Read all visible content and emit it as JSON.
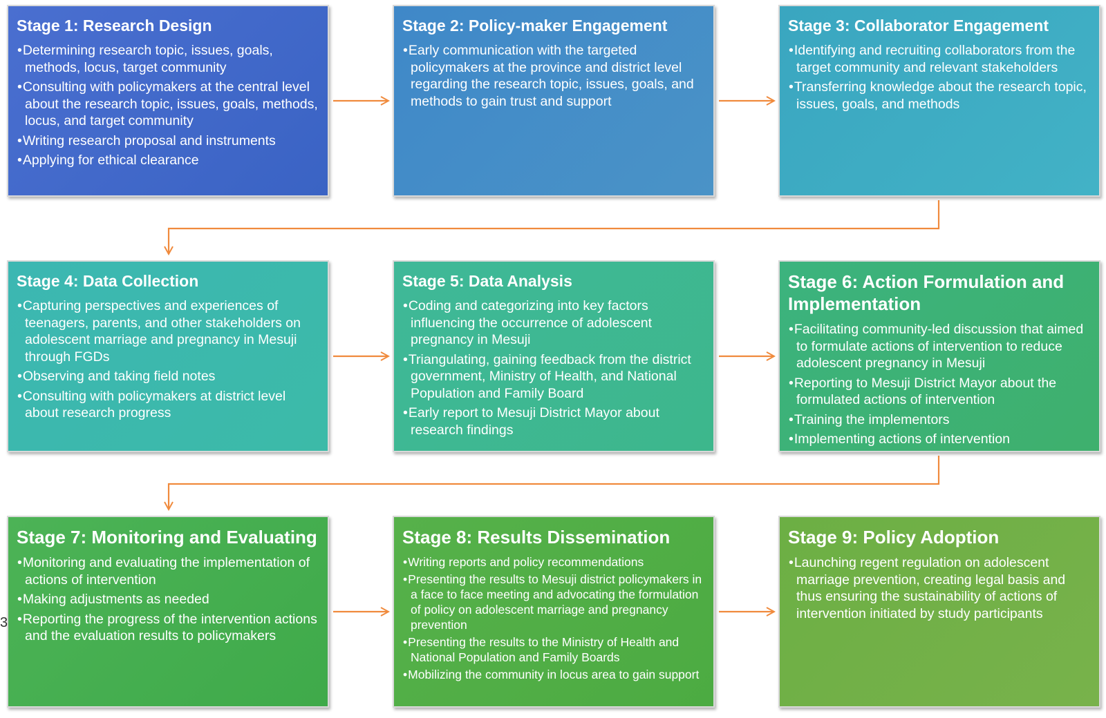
{
  "stages": [
    {
      "title": "Stage 1: Research Design",
      "bullets": [
        "Determining research topic, issues, goals, methods, locus, target community",
        "Consulting with policymakers at the central level about the research topic, issues, goals, methods, locus, and target community",
        "Writing research proposal and instruments",
        "Applying for ethical clearance"
      ]
    },
    {
      "title": "Stage 2: Policy-maker Engagement",
      "bullets": [
        "Early communication with the targeted policymakers at the province and district level regarding the research topic, issues, goals, and methods to gain trust and support"
      ]
    },
    {
      "title": "Stage 3: Collaborator Engagement",
      "bullets": [
        "Identifying and recruiting collaborators from the target community and relevant stakeholders",
        "Transferring knowledge about the research topic, issues, goals, and methods"
      ]
    },
    {
      "title": "Stage 4: Data Collection",
      "bullets": [
        "Capturing perspectives and experiences of teenagers, parents, and other stakeholders on adolescent marriage and pregnancy in Mesuji through FGDs",
        "Observing and taking field notes",
        "Consulting with policymakers at district level about research progress"
      ]
    },
    {
      "title": "Stage 5: Data Analysis",
      "bullets": [
        "Coding and categorizing into key factors influencing the occurrence of adolescent pregnancy in Mesuji",
        "Triangulating, gaining feedback from the district government, Ministry of Health, and National Population and Family Board",
        "Early report to Mesuji District Mayor about research findings"
      ]
    },
    {
      "title": "Stage 6: Action Formulation and Implementation",
      "bullets": [
        "Facilitating community-led discussion that aimed to formulate actions of intervention to reduce adolescent pregnancy in Mesuji",
        "Reporting to Mesuji District Mayor about the formulated actions of intervention",
        "Training the implementors",
        "Implementing actions of intervention"
      ]
    },
    {
      "title": "Stage 7: Monitoring and Evaluating",
      "bullets": [
        "Monitoring and evaluating the implementation of actions of intervention",
        "Making adjustments as needed",
        "Reporting the progress of the intervention actions and the evaluation results to policymakers"
      ]
    },
    {
      "title": "Stage 8: Results Dissemination",
      "bullets": [
        "Writing reports and policy recommendations",
        "Presenting the results to Mesuji district policymakers in a face to face meeting and advocating the formulation of policy on adolescent marriage and pregnancy prevention",
        "Presenting the results to the Ministry of Health and National Population and Family Boards",
        "Mobilizing the community in locus area to gain support"
      ]
    },
    {
      "title": "Stage 9: Policy Adoption",
      "bullets": [
        "Launching regent regulation on adolescent marriage prevention, creating legal basis and thus ensuring the sustainability of actions of intervention initiated by study participants"
      ]
    }
  ],
  "colors": {
    "stage_fills": [
      [
        "#4a6fd0",
        "#3a63c4"
      ],
      [
        "#3f88c8",
        "#4a93c7"
      ],
      [
        "#3aa6c0",
        "#42b2c6"
      ],
      [
        "#3cb7b2",
        "#3cbaa8"
      ],
      [
        "#3fb898",
        "#3db78c"
      ],
      [
        "#3cb37e",
        "#3eb06d"
      ],
      [
        "#4cb356",
        "#3faa4a"
      ],
      [
        "#56b14a",
        "#4cab42"
      ],
      [
        "#6caf44",
        "#78b24b"
      ]
    ],
    "arrow": "#f08a3c"
  },
  "stray_text": "3"
}
